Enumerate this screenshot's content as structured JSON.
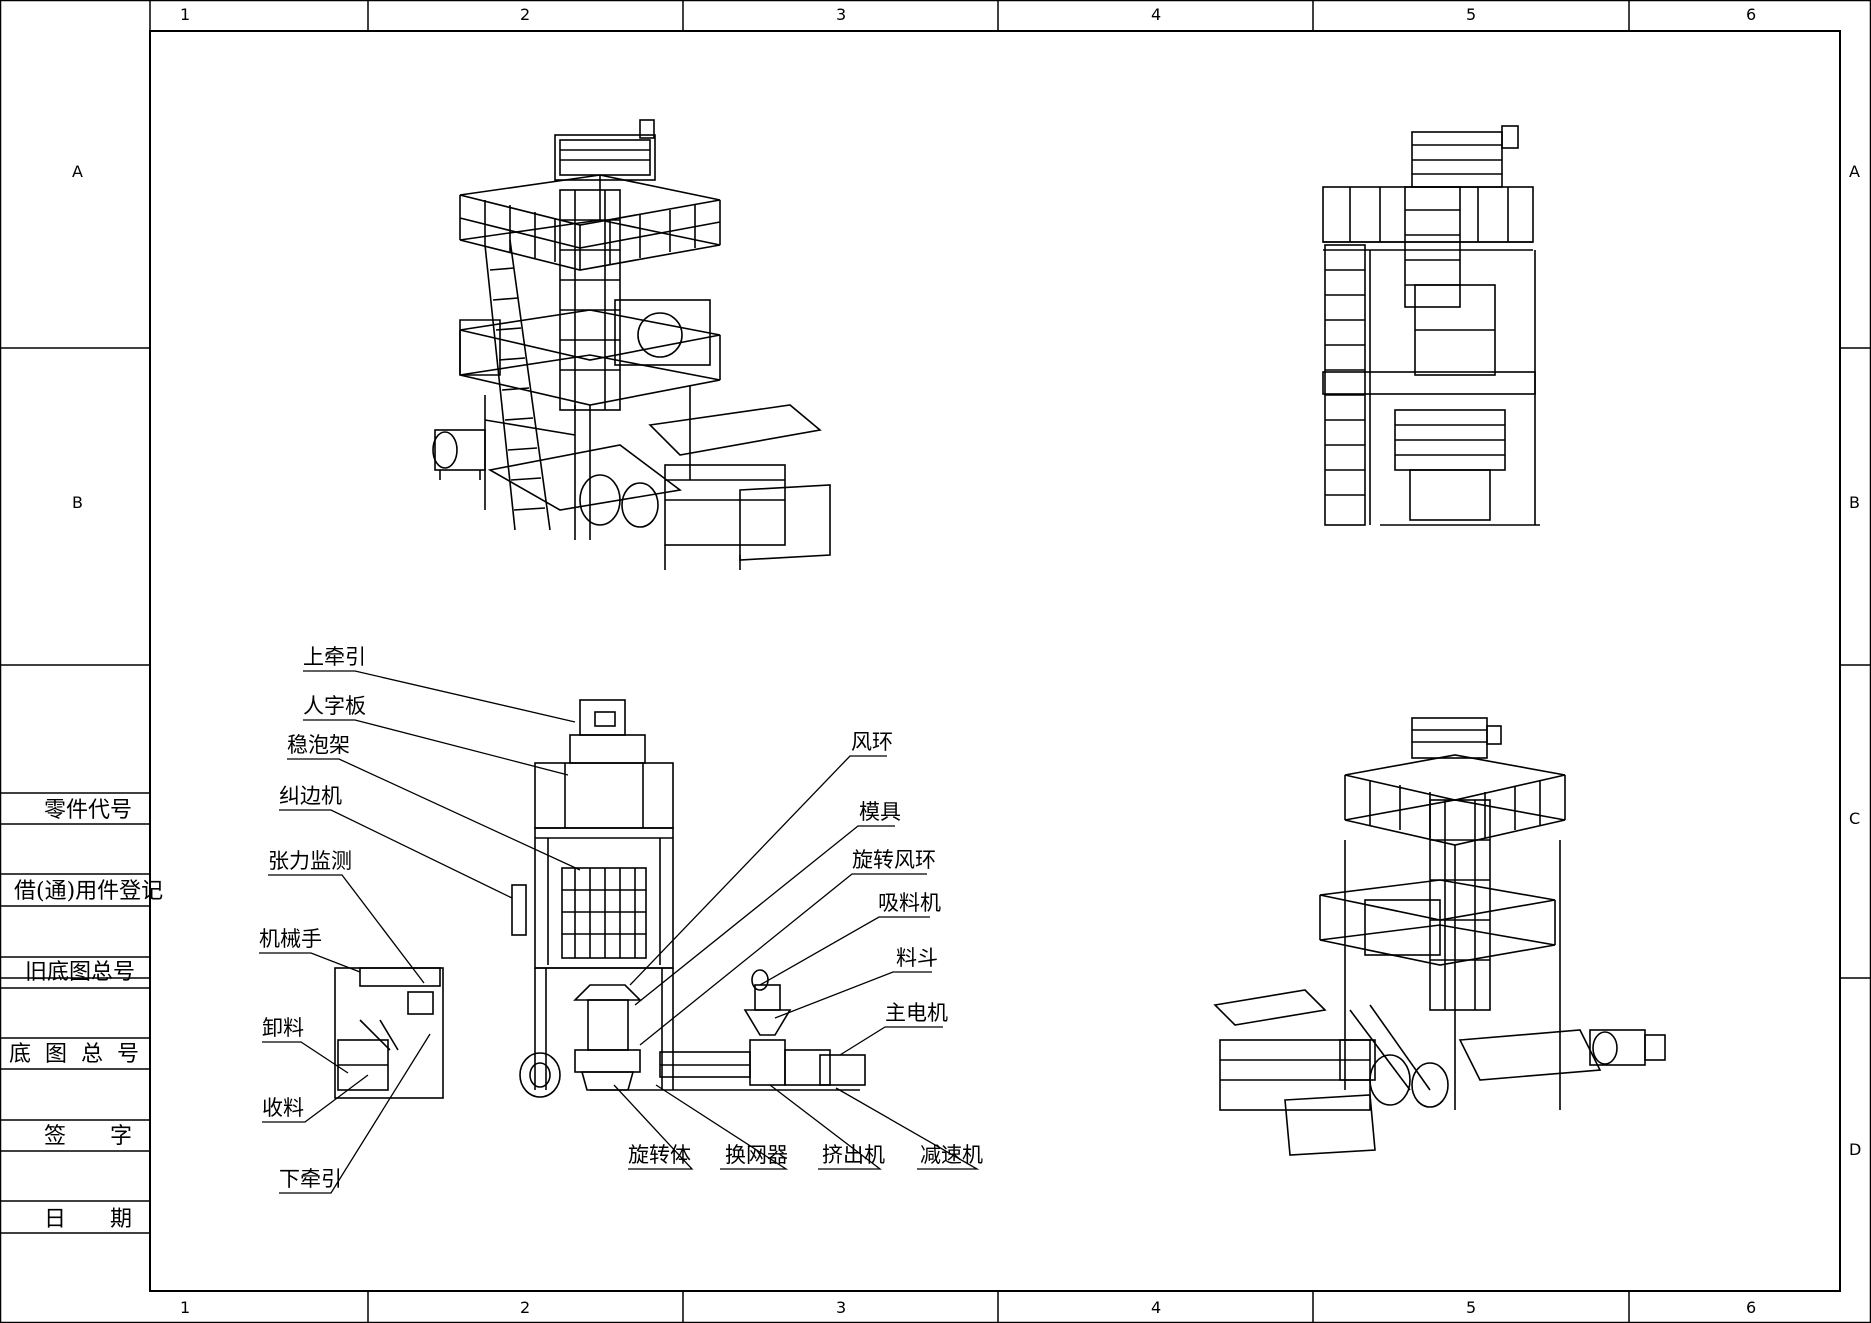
{
  "border": {
    "columns": [
      "1",
      "2",
      "3",
      "4",
      "5",
      "6"
    ],
    "rows": [
      "A",
      "B",
      "C",
      "D"
    ]
  },
  "register": [
    {
      "key": "part_code",
      "text": "零件代号"
    },
    {
      "key": "borrow",
      "text": "借(通)用件登记"
    },
    {
      "key": "old_base",
      "text": "旧底图总号"
    },
    {
      "key": "base",
      "text": "底图总号"
    },
    {
      "key": "sign",
      "text": "签字"
    },
    {
      "key": "date",
      "text": "日期"
    }
  ],
  "callouts": {
    "upper_haul_off": "上牵引",
    "herringbone_board": "人字板",
    "bubble_stabilizer": "稳泡架",
    "edge_corrector": "纠边机",
    "tension_monitor": "张力监测",
    "manipulator": "机械手",
    "unloading": "卸料",
    "winding": "收料",
    "lower_haul_off": "下牵引",
    "air_ring": "风环",
    "die": "模具",
    "rotating_air_ring": "旋转风环",
    "suction_machine": "吸料机",
    "hopper": "料斗",
    "main_motor": "主电机",
    "rotating_body": "旋转体",
    "screen_changer": "换网器",
    "extruder": "挤出机",
    "reducer": "减速机"
  }
}
